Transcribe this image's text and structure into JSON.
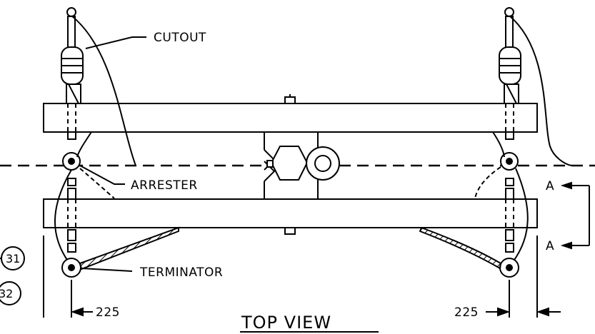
{
  "labels": {
    "cutout": "CUTOUT",
    "arrester": "ARRESTER",
    "terminator": "TERMINATOR",
    "section_a_top": "A",
    "section_a_bottom": "A"
  },
  "dimensions": {
    "left": "225",
    "right": "225"
  },
  "view_title": "TOP VIEW",
  "callouts": {
    "upper": "31",
    "lower": "32"
  }
}
